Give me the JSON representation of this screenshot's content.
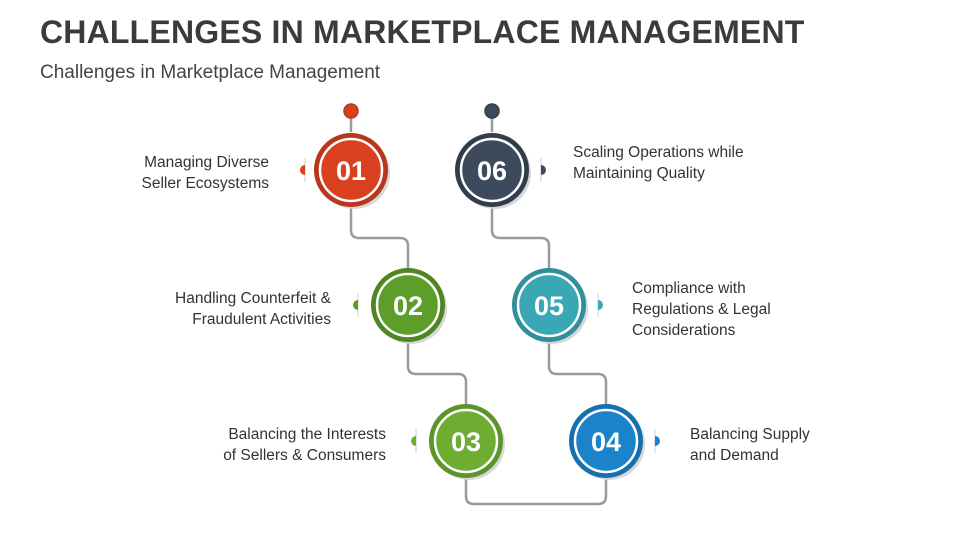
{
  "title": "CHALLENGES IN MARKETPLACE MANAGEMENT",
  "subtitle": "Challenges in Marketplace Management",
  "steps": [
    {
      "number": "01",
      "label": "Managing Diverse\nSeller Ecosystems",
      "color": "#d9401f",
      "ring": "#b8361b"
    },
    {
      "number": "02",
      "label": "Handling Counterfeit &\nFraudulent Activities",
      "color": "#5d9e2a",
      "ring": "#4d8622"
    },
    {
      "number": "03",
      "label": "Balancing the Interests\nof Sellers & Consumers",
      "color": "#6fac32",
      "ring": "#5c942a"
    },
    {
      "number": "04",
      "label": "Balancing Supply\nand Demand",
      "color": "#1a83c9",
      "ring": "#1670ad"
    },
    {
      "number": "05",
      "label": "Compliance with\nRegulations & Legal\nConsiderations",
      "color": "#3aa7b5",
      "ring": "#2f8f9b"
    },
    {
      "number": "06",
      "label": "Scaling Operations while\nMaintaining Quality",
      "color": "#3d4a5c",
      "ring": "#323d4c"
    }
  ],
  "colors": {
    "connector": "#9a9a9a",
    "shadow": "#d7d7d7"
  }
}
